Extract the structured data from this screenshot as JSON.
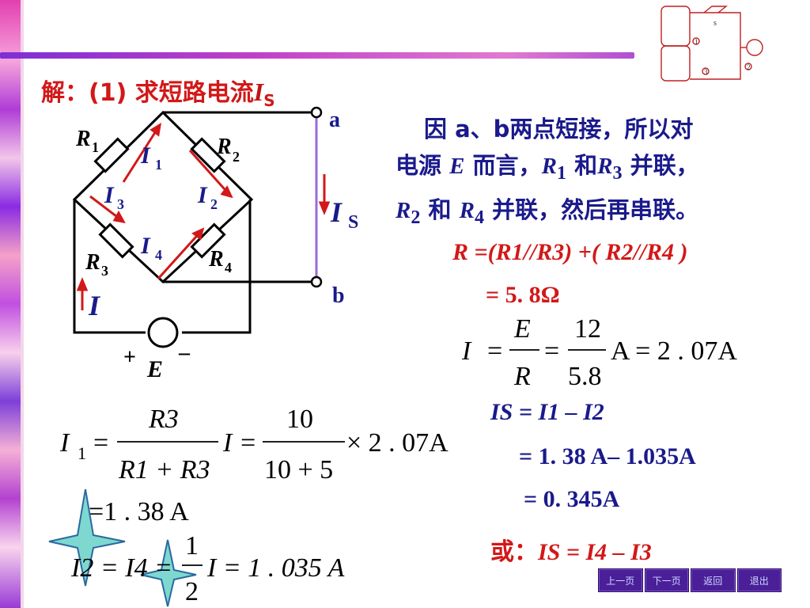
{
  "title": {
    "prefix": "解：(1)  求短路电流",
    "var": "I",
    "sub": "S"
  },
  "paragraph": {
    "line1": "因 a、b两点短接，所以对",
    "line2_pre": "电源 ",
    "line2_E": "E",
    "line2_mid": " 而言，",
    "line2_R": "R",
    "line2_1": "1",
    "line2_and": " 和",
    "line2_R3": "R",
    "line2_3": "3",
    "line2_post": " 并联，",
    "line3_R": "R",
    "line3_2": "2",
    "line3_and": " 和 ",
    "line3_R4": "R",
    "line3_4": "4",
    "line3_post": " 并联，然后再串联。"
  },
  "equations": {
    "r_eq": {
      "lhs": "R",
      "body": "=(R1//R3) +( R2//R4 )"
    },
    "r_val": "= 5. 8Ω",
    "i_total": {
      "lhs": "I",
      "num1": "E",
      "den1": "R",
      "num2": "12",
      "den2": "5.8",
      "result": "A = 2 . 07A"
    },
    "is_eq": "IS = I1 – I2",
    "is_step": "= 1. 38 A– 1.035A",
    "is_val": "= 0. 345A",
    "alt_label": "或：",
    "alt_eq": "IS = I4 – I3",
    "i1": {
      "lhs": "I",
      "sub": "1",
      "num1": "R3",
      "den1": "R1 + R3",
      "mid": "I =",
      "num2": "10",
      "den2": "10 + 5",
      "result": "× 2 . 07A"
    },
    "i1_val": "=1 . 38 A",
    "i2": {
      "lhs": "I2 = I4 =",
      "num": "1",
      "den": "2",
      "result": "I = 1 . 035 A"
    }
  },
  "circuit": {
    "labels": {
      "R1": "R",
      "R2": "R",
      "R3": "R",
      "R4": "R",
      "I1": "I",
      "I2": "I",
      "I3": "I",
      "I4": "I",
      "IS": "I",
      "I": "I",
      "E": "E",
      "a": "a",
      "b": "b",
      "plus": "+",
      "minus": "–"
    },
    "subs": {
      "r1": "1",
      "r2": "2",
      "r3": "3",
      "r4": "4",
      "i1": "1",
      "i2": "2",
      "i3": "3",
      "i4": "4",
      "is": "S"
    }
  },
  "thumbnail": {
    "s": "s",
    "n1": "1",
    "n2": "2",
    "n3": "3"
  },
  "nav": {
    "prev": "上一页",
    "next": "下一页",
    "back": "返回",
    "exit": "退出"
  },
  "colors": {
    "red": "#d21818",
    "blue": "#1a1a8c",
    "nav": "#4a1f98"
  }
}
